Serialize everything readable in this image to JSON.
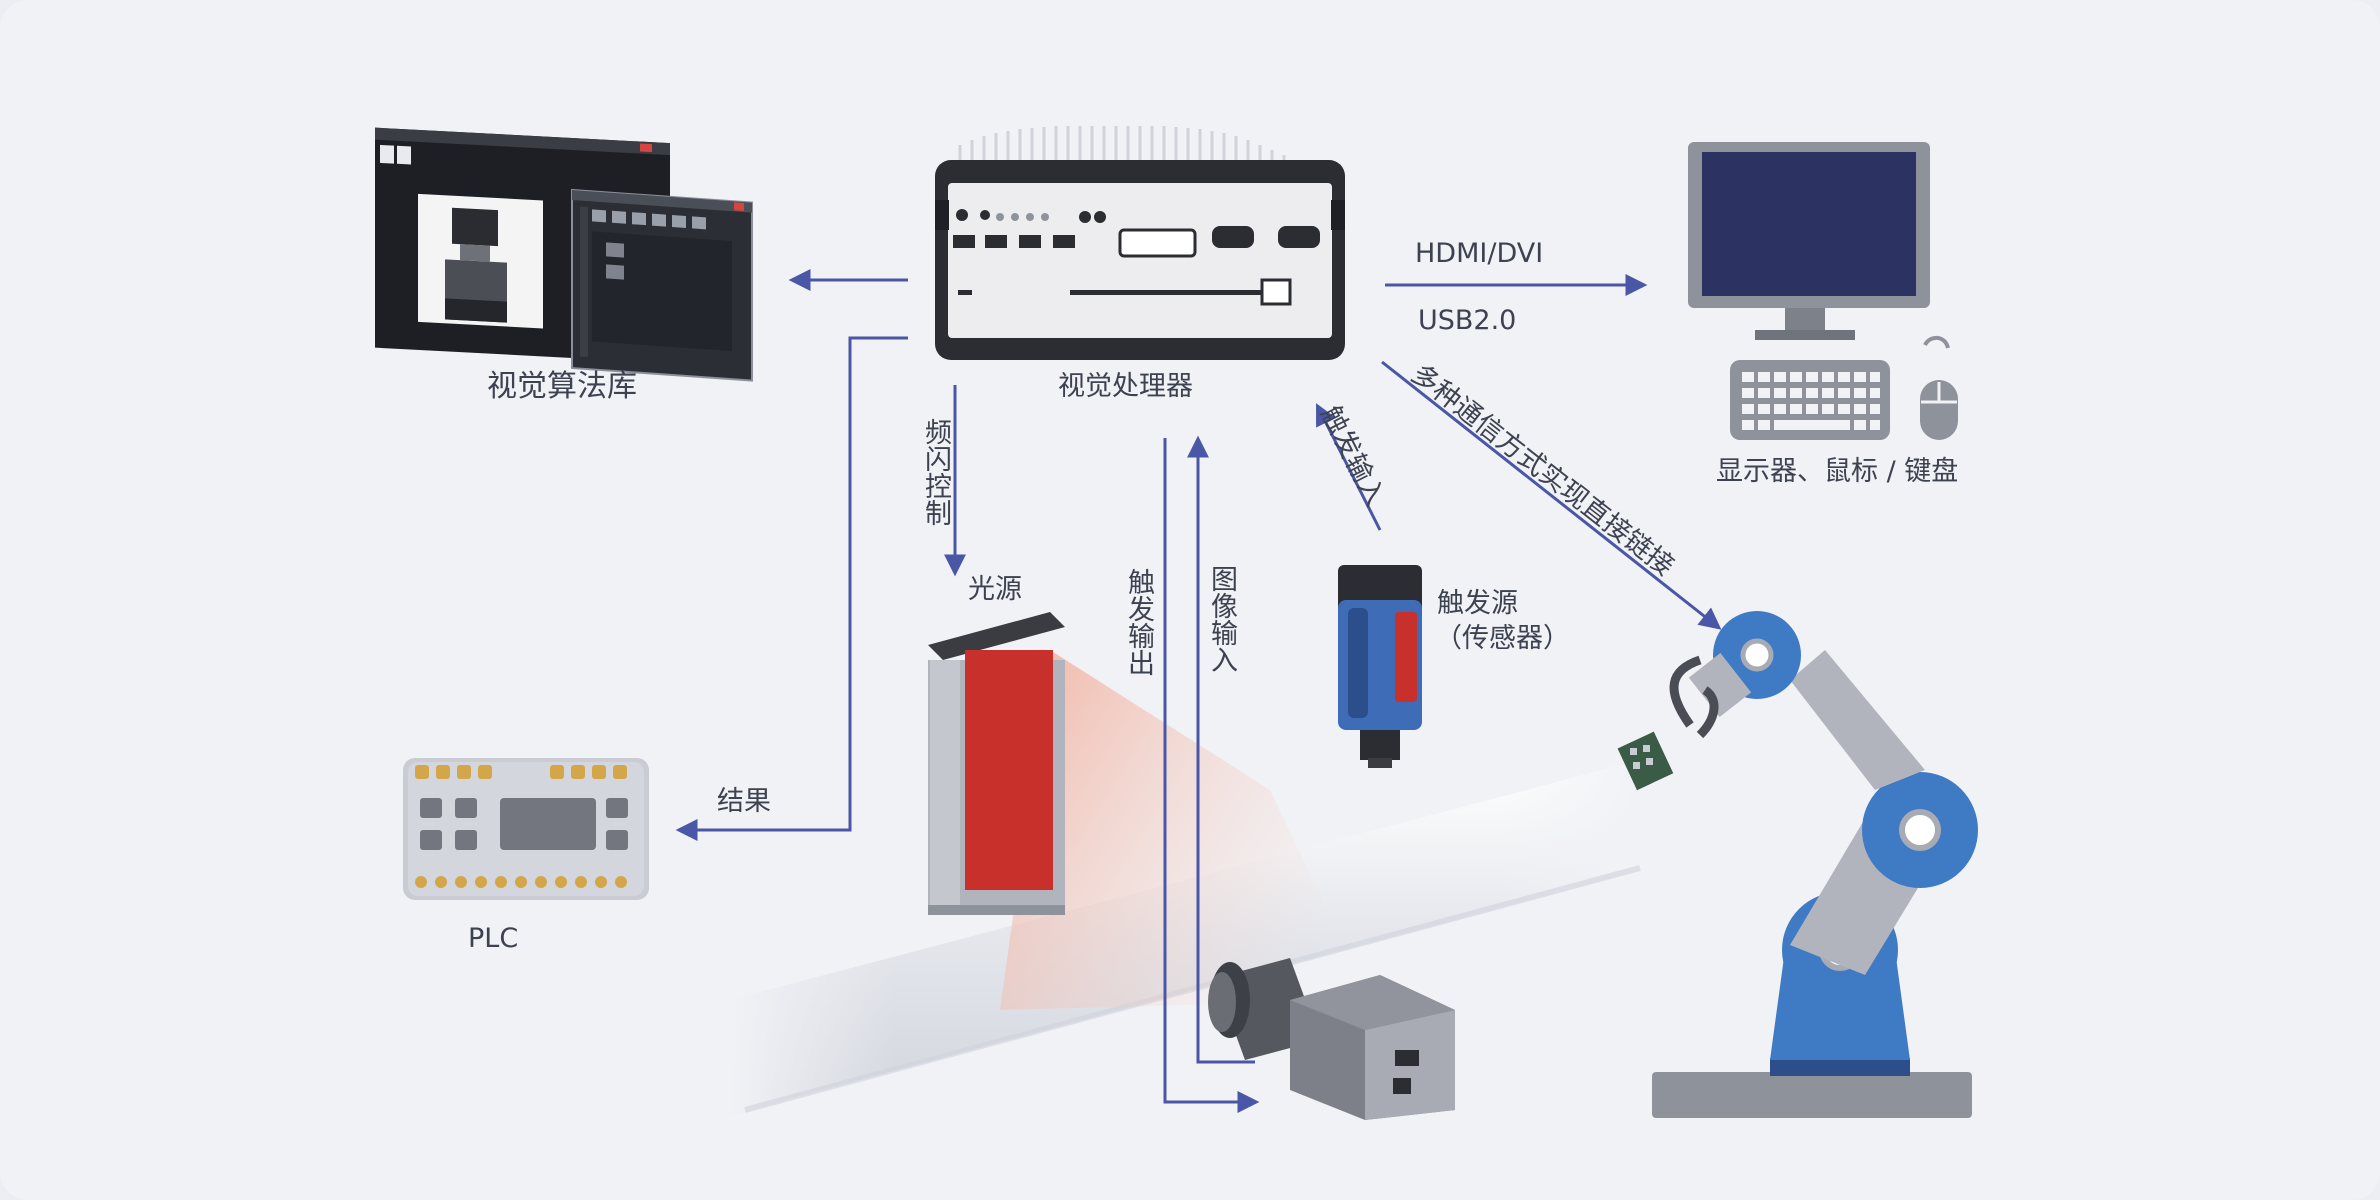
{
  "labels": {
    "algorithm_library": "视觉算法库",
    "processor": "视觉处理器",
    "display_peripherals": "显示器、鼠标 / 键盘",
    "hdmi": "HDMI/DVI",
    "usb": "USB2.0",
    "strobe_control": "频闪控制",
    "light_source": "光源",
    "trigger_output": "触发输出",
    "image_input": "图像输入",
    "trigger_input": "触发输入",
    "trigger_source": "触发源",
    "sensor": "（传感器）",
    "multi_comm": "多种通信方式实现直接链接",
    "result": "结果",
    "plc": "PLC"
  },
  "colors": {
    "background": "#f1f2f6",
    "arrow": "#4a56a6",
    "robot_blue": "#3f7ac4",
    "light_red": "#c8302c",
    "monitor_screen": "#2c3362",
    "plc_pin": "#d4a64a"
  },
  "icons": [
    "software-window-icon",
    "vision-processor-icon",
    "monitor-icon",
    "keyboard-icon",
    "mouse-icon",
    "plc-icon",
    "light-source-icon",
    "sensor-icon",
    "camera-icon",
    "robot-arm-icon",
    "conveyor-icon"
  ]
}
